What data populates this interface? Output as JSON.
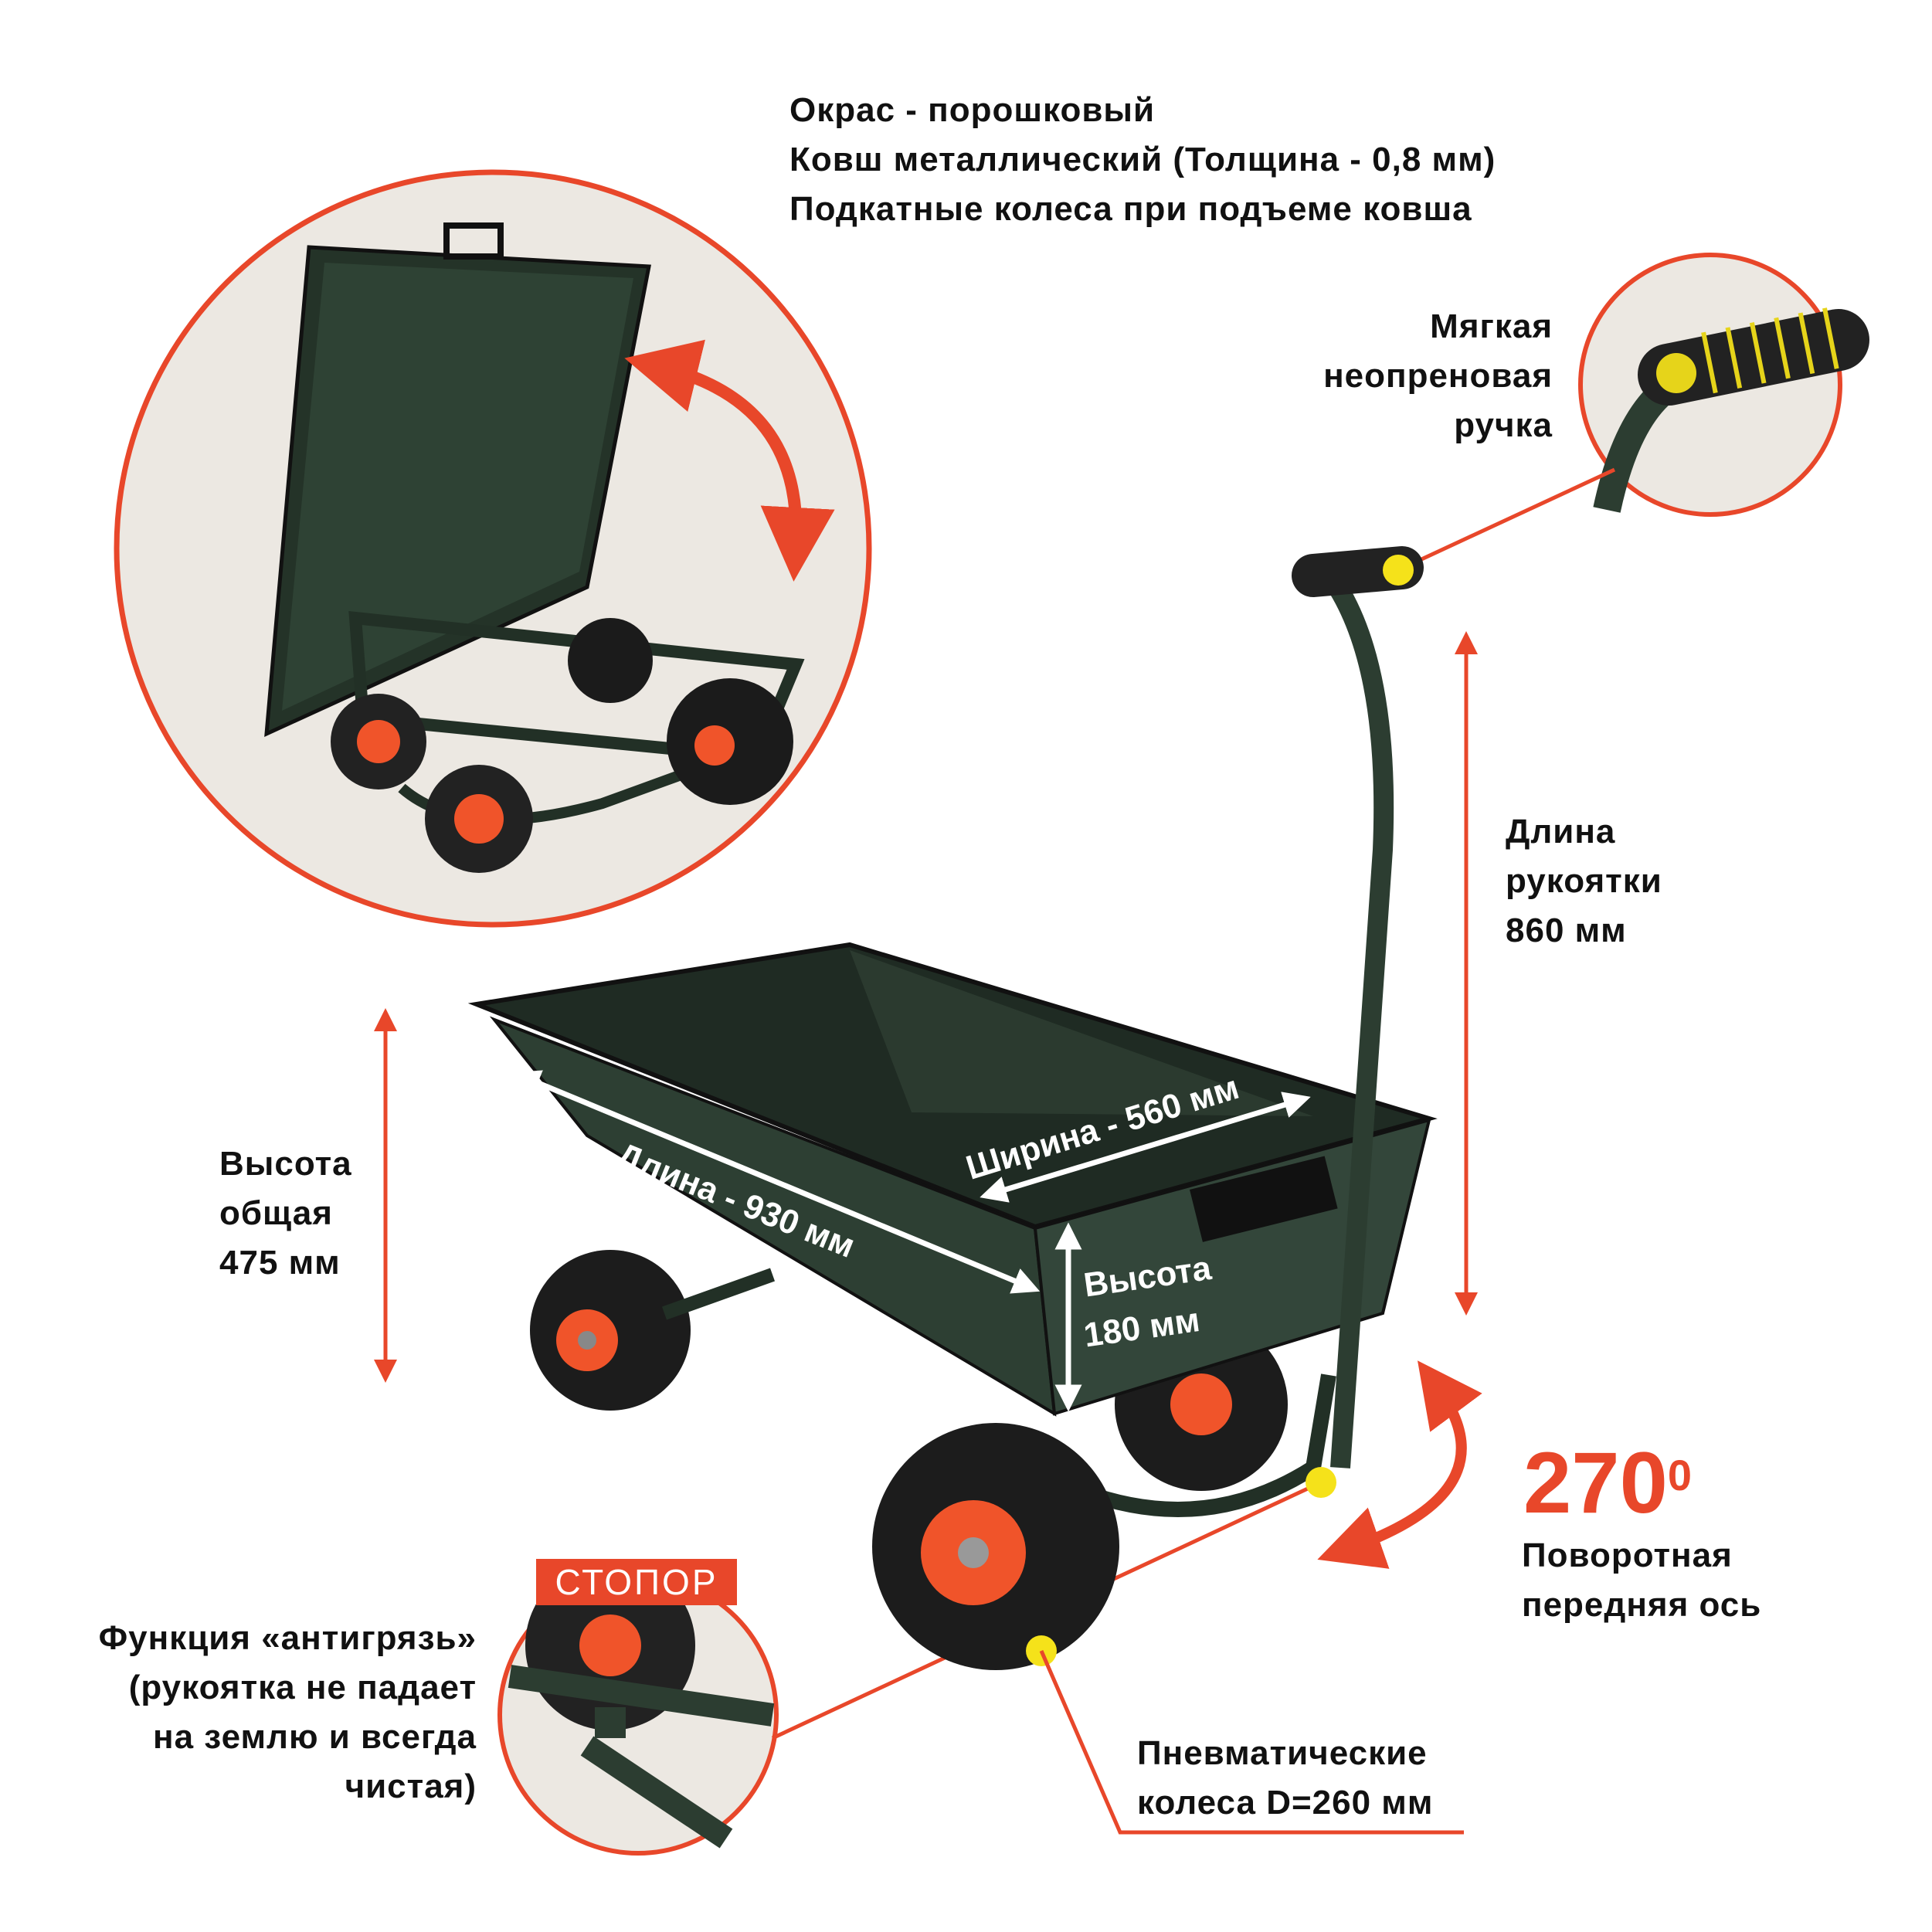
{
  "features": {
    "lines": [
      "Окрас - порошковый",
      "Ковш металлический (Толщина - 0,8 мм)",
      "Подкатные колеса при подъеме ковша"
    ]
  },
  "handle_grip": {
    "lines": [
      "Мягкая",
      "неопреновая",
      "ручка"
    ]
  },
  "handle_length": {
    "lines": [
      "Длина",
      "рукоятки",
      "860 мм"
    ]
  },
  "total_height": {
    "lines": [
      "Высота",
      "общая",
      "475 мм"
    ]
  },
  "rotation": {
    "value": "270",
    "unit": "0",
    "lines": [
      "Поворотная",
      "передняя ось"
    ]
  },
  "antidirt": {
    "badge": "СТОПОР",
    "lines": [
      "Функция «антигрязь»",
      "(рукоятка не падает",
      "на землю и всегда",
      "чистая)"
    ]
  },
  "wheels": {
    "lines": [
      "Пневматические",
      "колеса D=260 мм"
    ]
  },
  "dimensions": {
    "length": "Длина - 930 мм",
    "width": "Ширина - 560 мм",
    "height_line1": "Высота",
    "height_line2": "180 мм"
  },
  "colors": {
    "accent": "#e8472a",
    "body": "#2a3a30",
    "marker": "#f5e21a",
    "wheel_hub": "#f0542a"
  }
}
